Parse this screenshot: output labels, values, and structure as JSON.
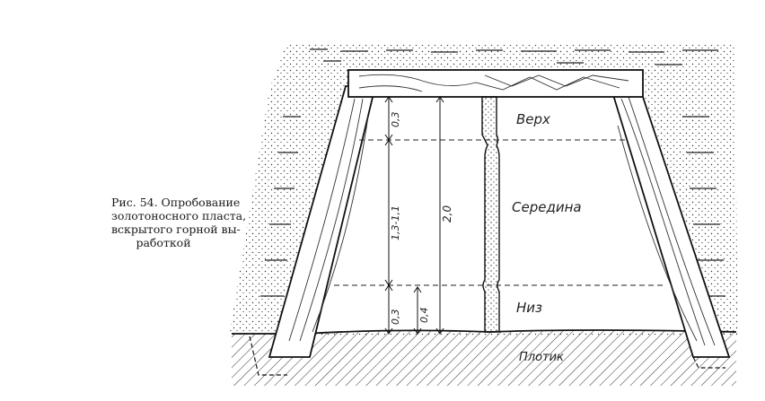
{
  "caption": {
    "lines": [
      "Рис. 54. Опробование",
      "золотоносного пласта,",
      "вскрытого горной вы-",
      "работкой"
    ]
  },
  "zones": {
    "top": "Верх",
    "middle": "Середина",
    "bottom": "Низ"
  },
  "floor_label": "Плотик",
  "dimensions": {
    "top_zone": "0,3",
    "middle_zone": "1,3-1,1",
    "bottom_zone": "0,3",
    "bottom_alt": "0,4",
    "total_height": "2,0"
  }
}
